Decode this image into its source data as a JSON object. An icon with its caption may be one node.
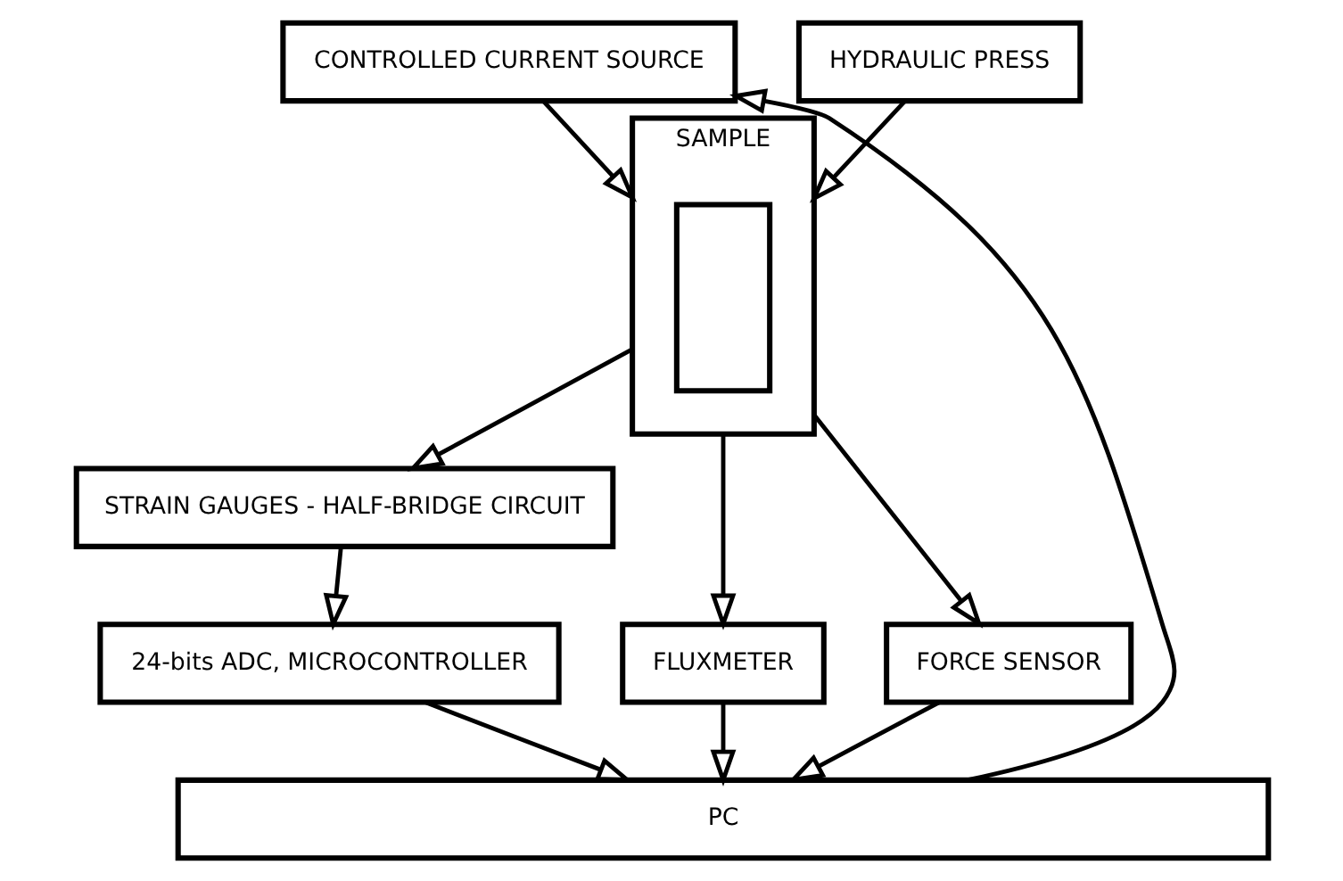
{
  "diagram": {
    "nodes": [
      {
        "text": [
          "SAMPLE"
        ]
      },
      {
        "text": [],
        "shape": "box",
        "in": 0
      },
      {
        "text": [
          "HYDRAULIC PRESS"
        ]
      },
      {
        "text": [
          "CONTROLLED CURRENT SOURCE"
        ]
      },
      {
        "text": [
          "STRAIN GAUGES - HALF-BRIDGE CIRCUIT"
        ]
      },
      {
        "text": [
          "FLUXMETER"
        ]
      },
      {
        "text": [
          "24-bits ADC, MICROCONTROLLER"
        ]
      },
      {
        "text": [
          "FORCE SENSOR"
        ]
      },
      {
        "text": [
          "PC"
        ]
      }
    ],
    "edges": [
      {
        "from": 2,
        "to": 0,
        "arrow": "to"
      },
      {
        "from": 3,
        "to": 0,
        "arrow": "to"
      },
      {
        "from": 0,
        "to": 4,
        "arrow": "to"
      },
      {
        "from": 0,
        "to": 5,
        "arrow": "to"
      },
      {
        "from": 0,
        "to": 7,
        "arrow": "to"
      },
      {
        "from": 4,
        "to": 6,
        "arrow": "to"
      },
      {
        "from": 6,
        "to": 8,
        "arrow": "to"
      },
      {
        "from": 7,
        "to": 8,
        "arrow": "to"
      },
      {
        "from": 5,
        "to": 8,
        "arrow": "to"
      },
      {
        "from": 8,
        "to": 3,
        "arrow": "to"
      }
    ]
  }
}
